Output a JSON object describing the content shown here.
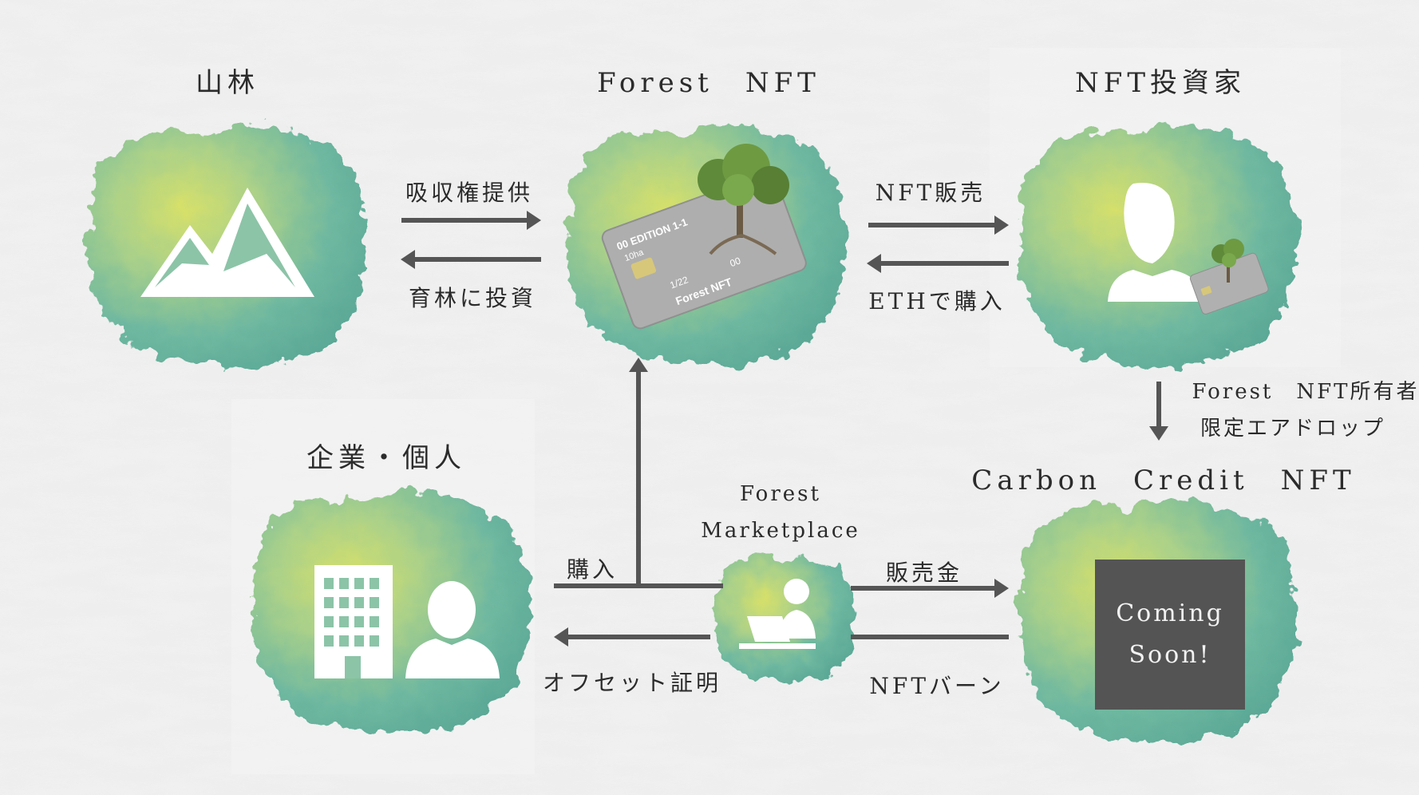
{
  "nodes": {
    "forest_land": "山林",
    "forest_nft": "Forest　NFT",
    "nft_investor": "NFT投資家",
    "company_individual": "企業・個人",
    "carbon_credit_nft": "Carbon　Credit　NFT",
    "marketplace_line1": "Forest",
    "marketplace_line2": "Marketplace"
  },
  "edges": {
    "absorption_rights": "吸収権提供",
    "forest_investment": "育林に投資",
    "nft_sale": "NFT販売",
    "eth_purchase": "ETHで購入",
    "airdrop_line1": "Forest　NFT所有者",
    "airdrop_line2": "限定エアドロップ",
    "purchase": "購入",
    "sales_proceeds": "販売金",
    "offset_certificate": "オフセット証明",
    "nft_burn": "NFTバーン"
  },
  "card": {
    "edition": "00 EDITION 1-1",
    "area": "10ha",
    "valid_from": "1/22",
    "valid_thru": "00",
    "brand": "Forest NFT"
  },
  "coming_soon": {
    "line1": "Coming",
    "line2": "Soon!"
  },
  "colors": {
    "blob_green": "#6fb8a0",
    "blob_yellow": "#c8dc6a",
    "arrow": "#555555",
    "dark_box": "#545454",
    "icon_white": "#ffffff"
  },
  "icons": [
    "mountain-icon",
    "credit-card-icon",
    "tree-icon",
    "person-icon",
    "building-icon",
    "laptop-user-icon"
  ]
}
